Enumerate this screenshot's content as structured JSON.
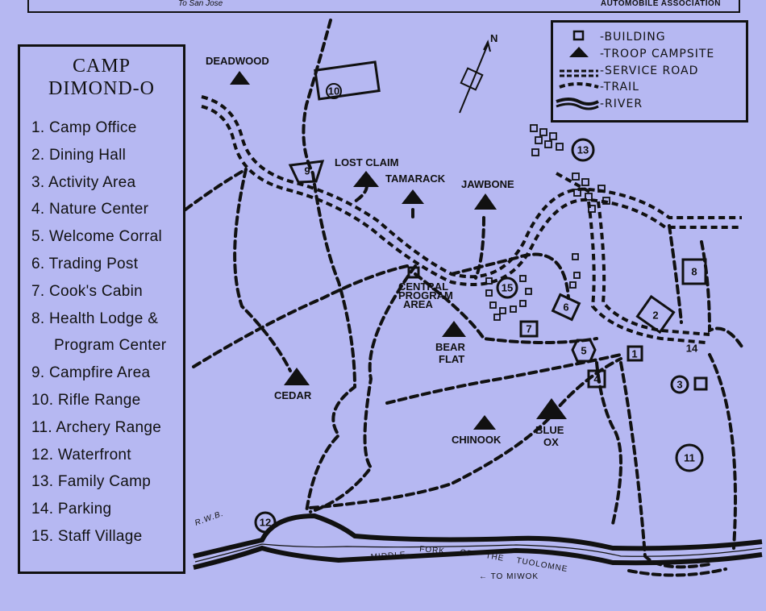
{
  "header": {
    "to_san_jose": "To San Jose",
    "association": "AUTOMOBILE ASSOCIATION"
  },
  "legend": {
    "title_line1": "CAMP",
    "title_line2": "DIMOND-O",
    "items": [
      "1. Camp Office",
      "2. Dining Hall",
      "3. Activity Area",
      "4. Nature Center",
      "5. Welcome Corral",
      "6. Trading Post",
      "7. Cook's Cabin",
      "8. Health Lodge &",
      "Program Center",
      "9. Campfire Area",
      "10. Rifle Range",
      "11. Archery Range",
      "12. Waterfront",
      "13. Family Camp",
      "14. Parking",
      "15. Staff Village"
    ]
  },
  "key": {
    "building": "-BUILDING",
    "troop_campsite": "-TROOP CAMPSITE",
    "service_road": "-SERVICE ROAD",
    "trail": "-TRAIL",
    "river": "-RIVER"
  },
  "map": {
    "north": "N",
    "campsites": {
      "deadwood": "DEADWOOD",
      "lost_claim": "LOST CLAIM",
      "tamarack": "TAMARACK",
      "jawbone": "JAWBONE",
      "cedar": "CEDAR",
      "bear_flat_1": "BEAR",
      "bear_flat_2": "FLAT",
      "chinook": "CHINOOK",
      "blue_ox_1": "BLUE",
      "blue_ox_2": "OX"
    },
    "central_1": "CENTRAL",
    "central_2": "PROGRAM",
    "central_3": "AREA",
    "numbers": {
      "n1": "1",
      "n2": "2",
      "n3": "3",
      "n4": "4",
      "n5": "5",
      "n6": "6",
      "n7": "7",
      "n8": "8",
      "n9": "9",
      "n10": "10",
      "n11": "11",
      "n12": "12",
      "n13": "13",
      "n14": "14",
      "n15": "15"
    },
    "river_name_1": "MIDDLE",
    "river_name_2": "FORK",
    "river_name_3": "OF",
    "river_name_4": "THE",
    "river_name_5": "TUOLOMNE",
    "to_miwok": "← TO MIWOK",
    "signature": "R.W.B."
  },
  "colors": {
    "paper": "#b6b8f2",
    "ink": "#111111"
  }
}
